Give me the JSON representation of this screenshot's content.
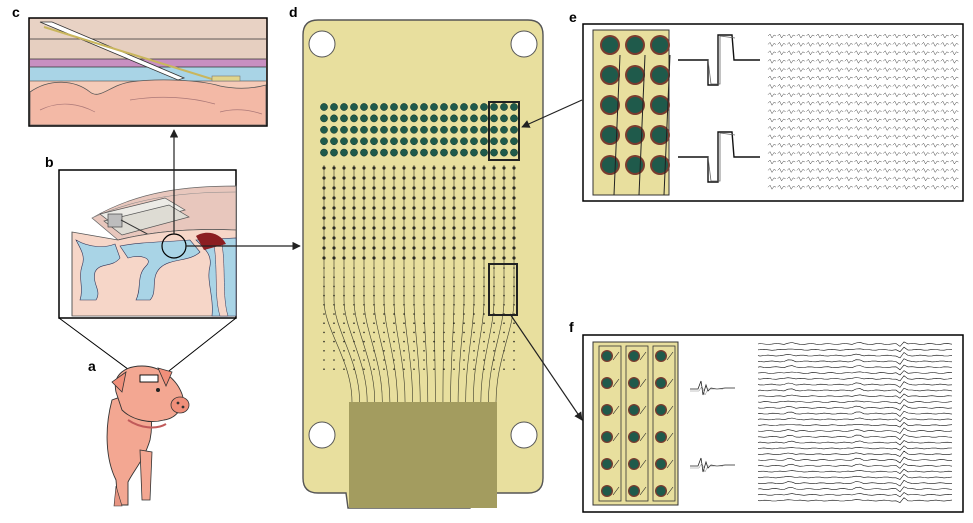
{
  "panels": {
    "a": "a",
    "b": "b",
    "c": "c",
    "d": "d",
    "e": "e",
    "f": "f"
  },
  "colors": {
    "array_substrate": "#e8df9e",
    "array_outline": "#555555",
    "lead_block": "#a39c5f",
    "electrode_fill": "#1f5a4b",
    "electrode_ring": "#7a3b2e",
    "brain_tissue": "#f5cbb8",
    "csf_blue": "#a9d4e6",
    "skull": "#e8d2c4",
    "pig_skin": "#f3a792",
    "insert_strip": "#e0d58c"
  },
  "array": {
    "columns": 20,
    "large_rows": 5,
    "medium_rows": 10,
    "small_rows": 12
  },
  "icons": [
    "pig-icon",
    "brain-section-icon",
    "implant-insertion-icon",
    "electrode-array-icon"
  ]
}
